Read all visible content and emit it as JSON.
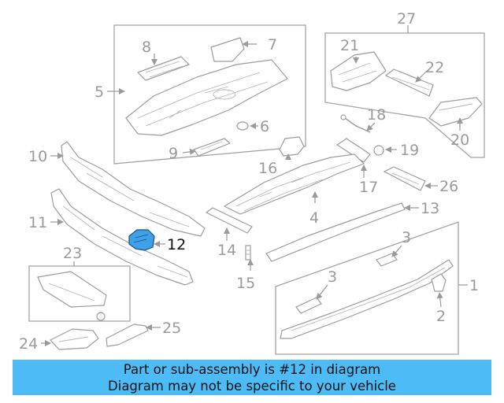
{
  "callouts": {
    "n1": "1",
    "n2": "2",
    "n3a": "3",
    "n3b": "3",
    "n4": "4",
    "n5": "5",
    "n6": "6",
    "n7": "7",
    "n8": "8",
    "n9": "9",
    "n10": "10",
    "n11": "11",
    "n12": "12",
    "n13": "13",
    "n14": "14",
    "n15": "15",
    "n16": "16",
    "n17": "17",
    "n18": "18",
    "n19": "19",
    "n20": "20",
    "n21": "21",
    "n22": "22",
    "n23": "23",
    "n24": "24",
    "n25": "25",
    "n26": "26",
    "n27": "27"
  },
  "highlight": {
    "part_number": "12",
    "color": "#3fa0ea"
  },
  "banner": {
    "line1": "Part or sub-assembly is #12 in diagram",
    "line2": "Diagram may not be specific to your vehicle",
    "background": "#4dbbf5"
  }
}
